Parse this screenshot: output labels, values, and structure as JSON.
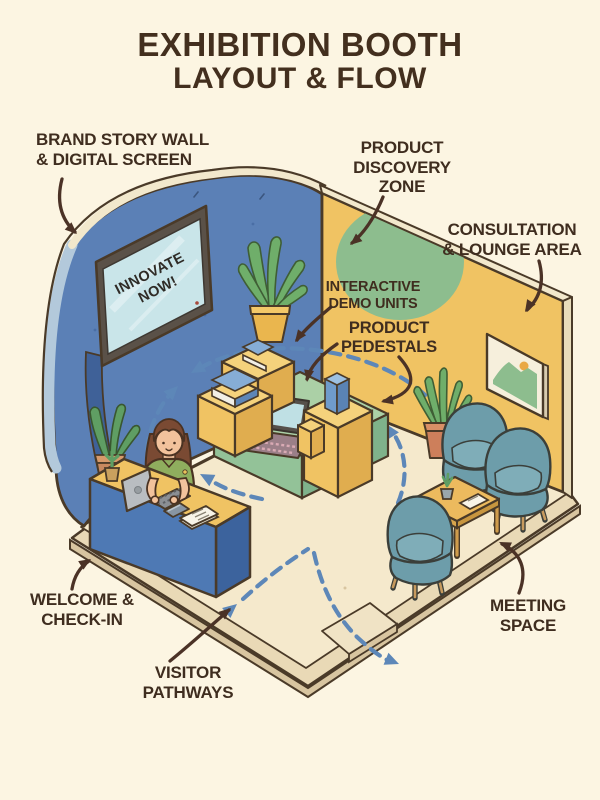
{
  "title": {
    "line1": "EXHIBITION BOOTH",
    "line2": "LAYOUT & FLOW"
  },
  "screen": {
    "text": "INNOVATE\nNOW!"
  },
  "labels": {
    "brand_story": "BRAND STORY WALL\n& DIGITAL SCREEN",
    "product_discovery": "PRODUCT\nDISCOVERY\nZONE",
    "consultation": "CONSULTATION\n& LOUNGE AREA",
    "interactive_demo": "INTERACTIVE\nDEMO UNITS",
    "product_pedestals": "PRODUCT\nPEDESTALS",
    "welcome": "WELCOME &\nCHECK-IN",
    "visitor_pathways": "VISITOR\nPATHWAYS",
    "meeting_space": "MEETING\nSPACE"
  },
  "colors": {
    "background": "#fcf5e2",
    "ink_outline": "#4a3a28",
    "label_text": "#3f2d1f",
    "brand_wall_blue": "#5b80b6",
    "zone_wall_yellow": "#f0c363",
    "accent_green": "#8dbd8e",
    "floor_cream": "#f5e9cc",
    "pathway_blue": "#5d87b8",
    "desk_blue": "#4e79b4",
    "chair_teal": "#6d9daa",
    "table_green": "#abd0a6",
    "wood": "#ecba5e",
    "screen_face": "#c9e5e9",
    "shirt_green": "#8fae5e",
    "hair_brown": "#7a4a33"
  }
}
